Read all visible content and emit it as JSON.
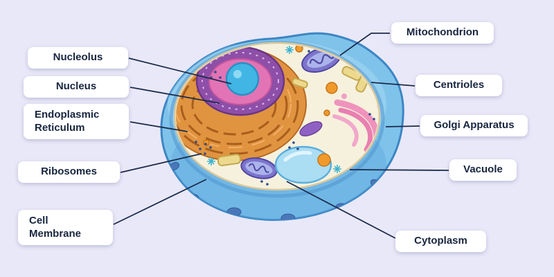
{
  "diagram": {
    "labels": [
      {
        "id": "nucleolus",
        "text": "Nucleolus"
      },
      {
        "id": "nucleus",
        "text": "Nucleus"
      },
      {
        "id": "endoplasmic-reticulum",
        "text": "Endoplasmic\nReticulum"
      },
      {
        "id": "ribosomes",
        "text": "Ribosomes"
      },
      {
        "id": "cell-membrane",
        "text": "Cell\nMembrane"
      },
      {
        "id": "mitochondrion",
        "text": "Mitochondrion"
      },
      {
        "id": "centrioles",
        "text": "Centrioles"
      },
      {
        "id": "golgi-apparatus",
        "text": "Golgi Apparatus"
      },
      {
        "id": "vacuole",
        "text": "Vacuole"
      },
      {
        "id": "cytoplasm",
        "text": "Cytoplasm"
      }
    ]
  },
  "colors": {
    "background": "#e9e8f8",
    "cell_blue": "#7fc3ea",
    "cell_outline": "#3c86c4",
    "cytoplasm_cream": "#f6f1dd",
    "er_orange": "#e09440",
    "nucleus_purple": "#8e4fa8",
    "nucleus_pink": "#e273b5",
    "nucleolus_blue": "#41b6e4",
    "golgi_pink": "#ef93bd",
    "mitochondrion_purple": "#7d74cc",
    "centriole_yellow": "#ecd98e",
    "vacuole_blue": "#abddf3",
    "label_background": "#ffffff",
    "label_text": "#17253f",
    "leader_line": "#1c2b4d"
  }
}
